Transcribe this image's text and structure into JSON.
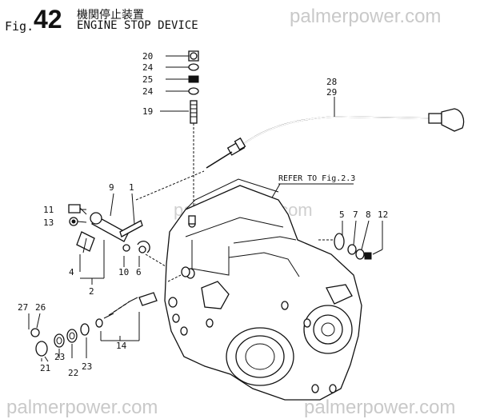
{
  "header": {
    "fig_prefix": "Fig.",
    "fig_number": "42",
    "title_jp": "機関停止装置",
    "title_en": "ENGINE STOP DEVICE"
  },
  "watermark": {
    "text": "palmerpower.com"
  },
  "annotations": {
    "refer": "REFER TO Fig.2.3"
  },
  "part_labels": [
    "20",
    "24",
    "25",
    "24",
    "19",
    "28",
    "29",
    "9",
    "1",
    "11",
    "13",
    "4",
    "2",
    "10",
    "6",
    "5",
    "7",
    "8",
    "12",
    "27",
    "26",
    "23",
    "22",
    "23",
    "21",
    "14"
  ]
}
